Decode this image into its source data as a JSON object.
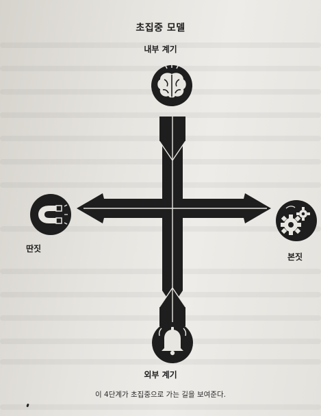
{
  "title": "초집중 모델",
  "labels": {
    "internal": "내부 계기",
    "distraction": "딴짓",
    "traction": "본짓",
    "external": "외부 계기"
  },
  "icons": {
    "internal": "brain-icon",
    "distraction": "magnet-icon",
    "traction": "gears-icon",
    "external": "bell-icon"
  },
  "caption": "이 4단계가 초집중으로 가는 길을 보여준다.",
  "colors": {
    "ink": "#1e1e1e",
    "paper": "#e8e6e1",
    "icon_fill": "#e8e6e1"
  }
}
